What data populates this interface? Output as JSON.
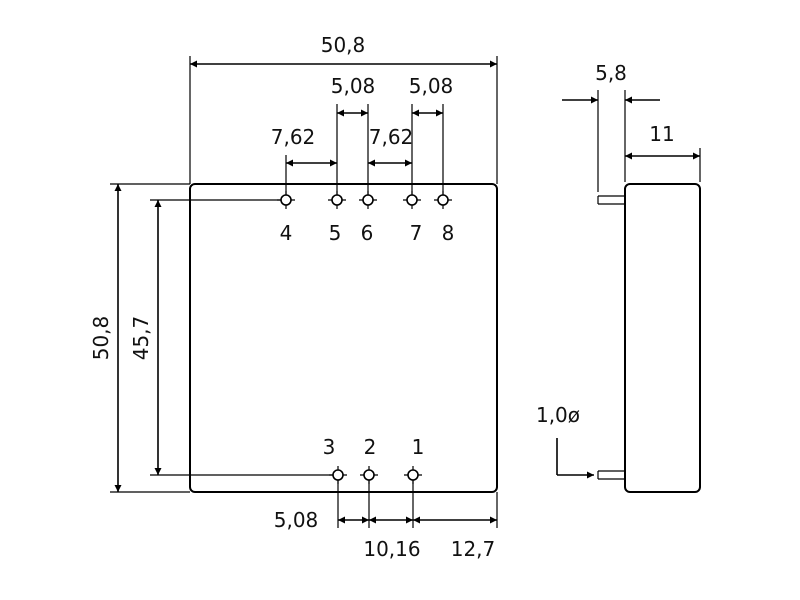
{
  "diagram": {
    "dimensions": {
      "overall_width": "50,8",
      "pin_spacing_5_6": "5,08",
      "pin_spacing_7_8": "5,08",
      "pin_spacing_4_5": "7,62",
      "pin_spacing_6_7": "7,62",
      "overall_height": "50,8",
      "pin_row_distance": "45,7",
      "bottom_spacing_3_2": "5,08",
      "bottom_spacing_2_1": "10,16",
      "bottom_edge_to_pin1": "12,7",
      "side_pin_length": "5,8",
      "side_body_thickness": "11",
      "pin_diameter": "1,0ø"
    },
    "pin_labels": {
      "pin_1": "1",
      "pin_2": "2",
      "pin_3": "3",
      "pin_4": "4",
      "pin_5": "5",
      "pin_6": "6",
      "pin_7": "7",
      "pin_8": "8"
    }
  }
}
